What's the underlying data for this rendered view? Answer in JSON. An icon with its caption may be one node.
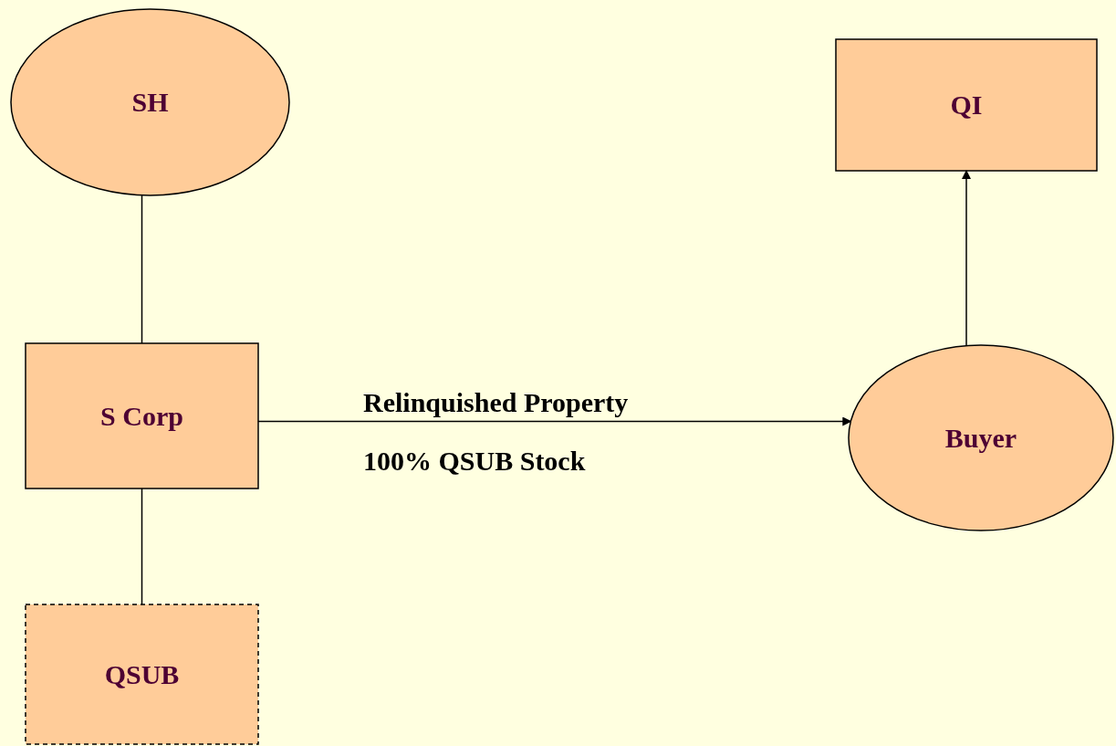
{
  "diagram": {
    "nodes": [
      {
        "text": [
          "SH"
        ]
      },
      {
        "text": [
          "QI"
        ]
      },
      {
        "text": [
          "S Corp"
        ]
      },
      {
        "text": [
          "Buyer"
        ]
      },
      {
        "text": [
          "QSUB"
        ]
      }
    ],
    "edges": [
      {
        "from": 0,
        "to": 2,
        "arrow": "none"
      },
      {
        "from": 2,
        "to": 4,
        "arrow": "none"
      },
      {
        "from": 2,
        "to": 3,
        "arrow": "to",
        "label": "Relinquished Property"
      },
      {
        "from": 3,
        "to": 1,
        "arrow": "to"
      }
    ],
    "labels": [
      "100% QSUB Stock"
    ]
  }
}
